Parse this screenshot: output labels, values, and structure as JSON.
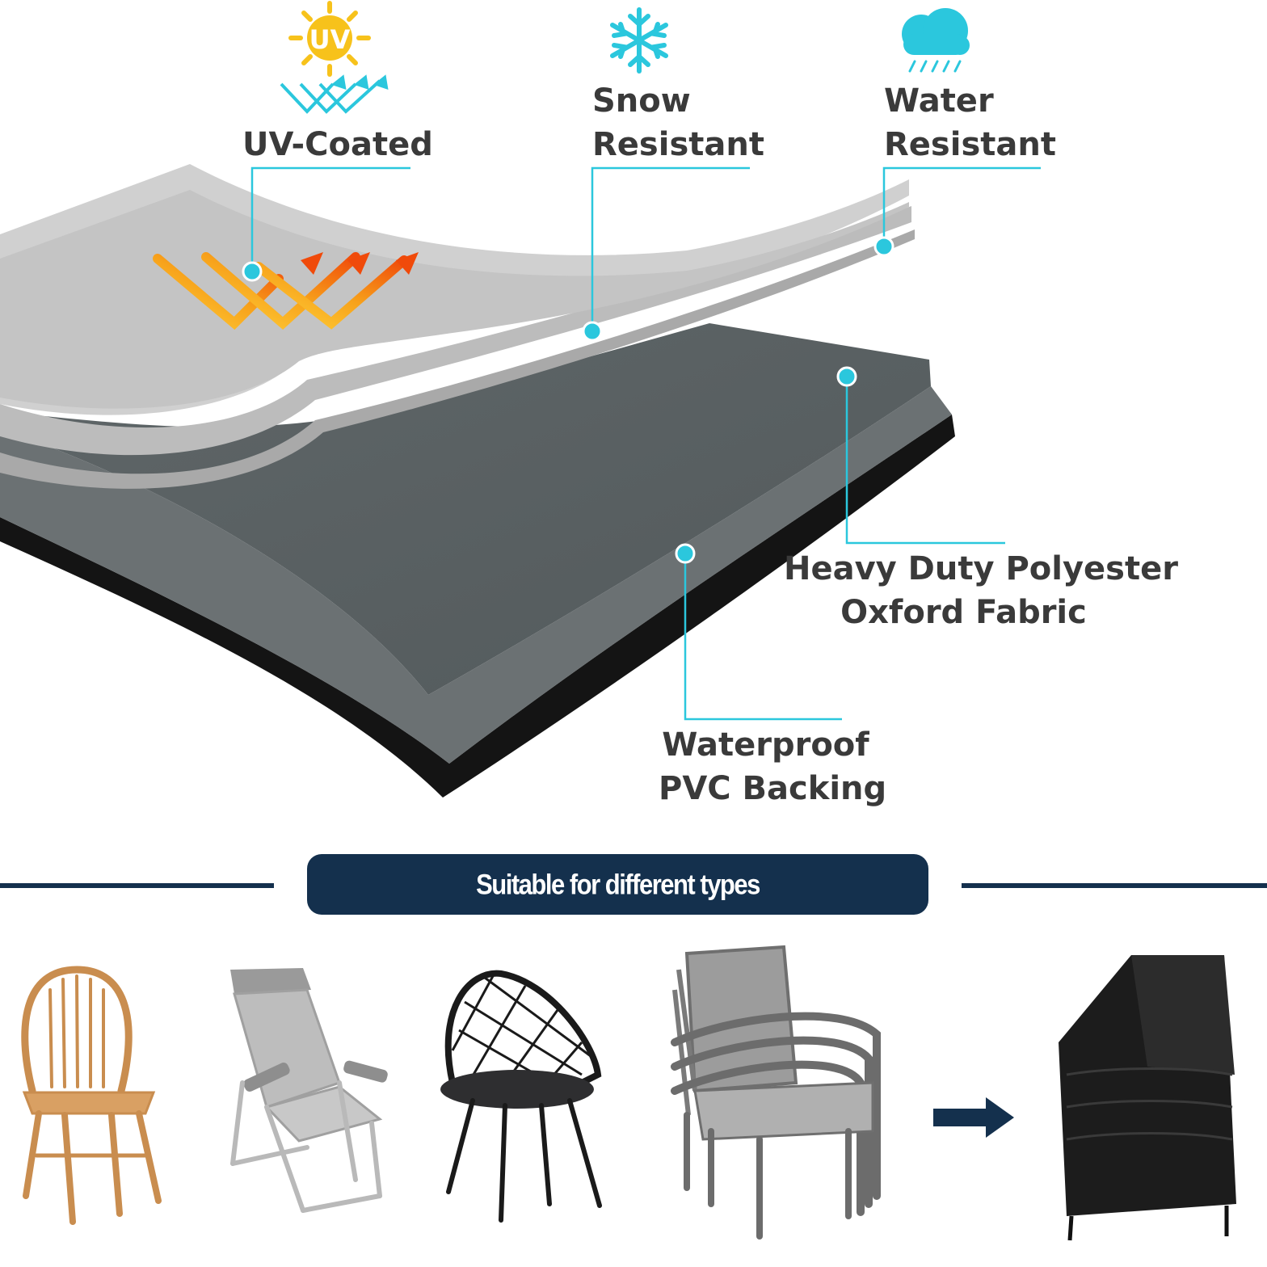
{
  "features": [
    {
      "icon": "uv-sun-icon",
      "lines": [
        "UV-Coated"
      ]
    },
    {
      "icon": "snowflake-icon",
      "lines": [
        "Snow",
        "Resistant"
      ]
    },
    {
      "icon": "rain-cloud-icon",
      "lines": [
        "Water",
        "Resistant"
      ]
    }
  ],
  "uv_badge_text": "UV",
  "layers": [
    {
      "lines": [
        "Heavy Duty Polyester",
        "Oxford Fabric"
      ]
    },
    {
      "lines": [
        "Waterproof",
        "PVC Backing"
      ]
    }
  ],
  "banner": {
    "text": "Suitable for different types"
  },
  "furniture": [
    {
      "icon": "windsor-wooden-chair-icon"
    },
    {
      "icon": "folding-reclining-chair-icon"
    },
    {
      "icon": "wire-mesh-chair-icon"
    },
    {
      "icon": "stacked-rattan-chairs-icon"
    },
    {
      "icon": "covered-chairs-icon"
    }
  ],
  "colors": {
    "accent_cyan": "#2bc7dd",
    "navy": "#14304d",
    "uv_yellow": "#f7c21b",
    "heat_orange": "#f06a12",
    "text_dark": "#3a3a3a"
  }
}
